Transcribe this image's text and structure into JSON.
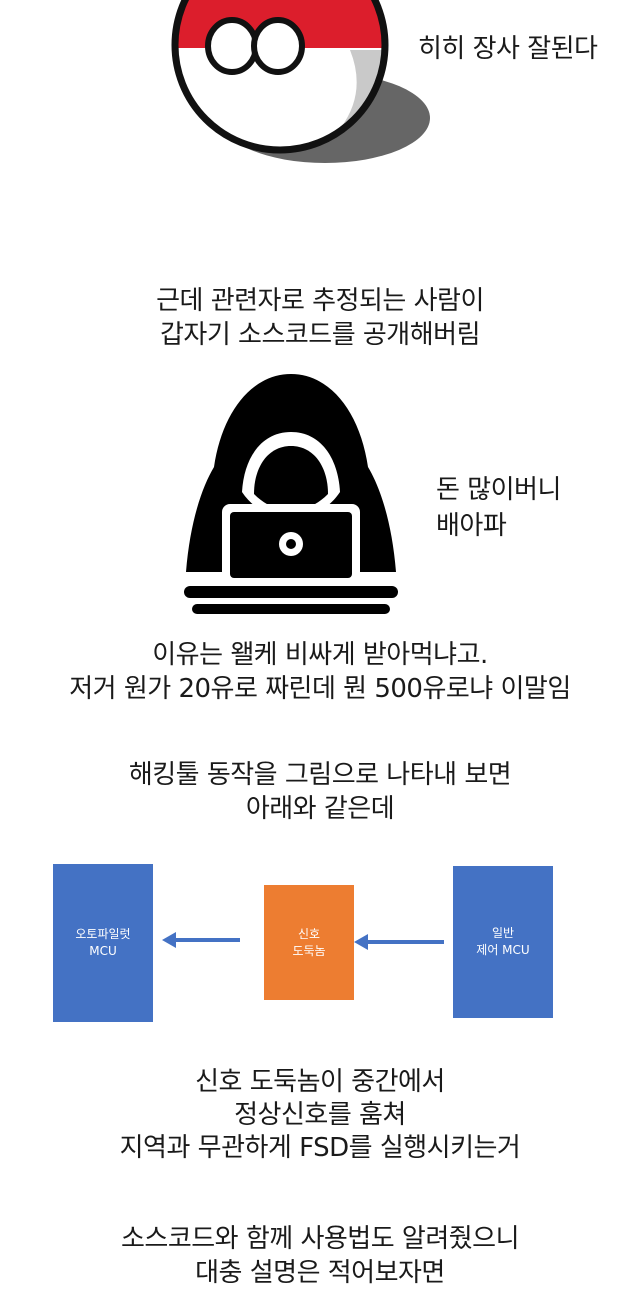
{
  "panel1": {
    "speech": "히히 장사 잘된다"
  },
  "panel2": {
    "lines": [
      "근데 관련자로 추정되는 사람이",
      "갑자기 소스코드를 공개해버림"
    ]
  },
  "panel3": {
    "speech": [
      "돈 많이버니",
      "배아파"
    ]
  },
  "panel4": {
    "lines": [
      "이유는 왤케 비싸게 받아먹냐고.",
      "저거 원가 20유로 짜린데 뭔 500유로냐 이말임"
    ]
  },
  "panel5": {
    "lines": [
      "해킹툴 동작을 그림으로 나타내 보면",
      "아래와 같은데"
    ]
  },
  "diagram": {
    "left_box": [
      "오토파일럿",
      "MCU"
    ],
    "middle_box": [
      "신호",
      "도둑놈"
    ],
    "right_box": [
      "일반",
      "제어 MCU"
    ],
    "colors": {
      "blue": "#4472c4",
      "orange": "#ed7d31",
      "arrow": "#4472c4"
    }
  },
  "panel6": {
    "lines": [
      "신호 도둑놈이 중간에서",
      "정상신호를 훔쳐",
      "지역과 무관하게 FSD를 실행시키는거"
    ]
  },
  "panel7": {
    "lines": [
      "소스코드와 함께 사용법도 알려줬으니",
      "대충 설명은 적어보자면"
    ]
  },
  "icons": {
    "character": "polandball-character-icon",
    "hacker": "hooded-hacker-laptop-icon"
  }
}
